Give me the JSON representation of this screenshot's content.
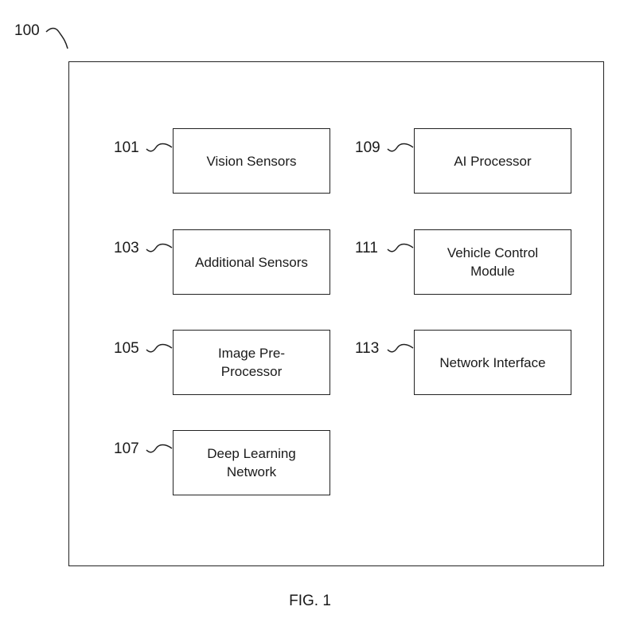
{
  "figure": {
    "ref": "100",
    "caption": "FIG. 1"
  },
  "blocks": [
    {
      "ref": "101",
      "label": "Vision Sensors"
    },
    {
      "ref": "103",
      "label": "Additional Sensors"
    },
    {
      "ref": "105",
      "label": "Image Pre-Processor"
    },
    {
      "ref": "107",
      "label": "Deep Learning Network"
    },
    {
      "ref": "109",
      "label": "AI Processor"
    },
    {
      "ref": "111",
      "label": "Vehicle Control Module"
    },
    {
      "ref": "113",
      "label": "Network Interface"
    }
  ]
}
